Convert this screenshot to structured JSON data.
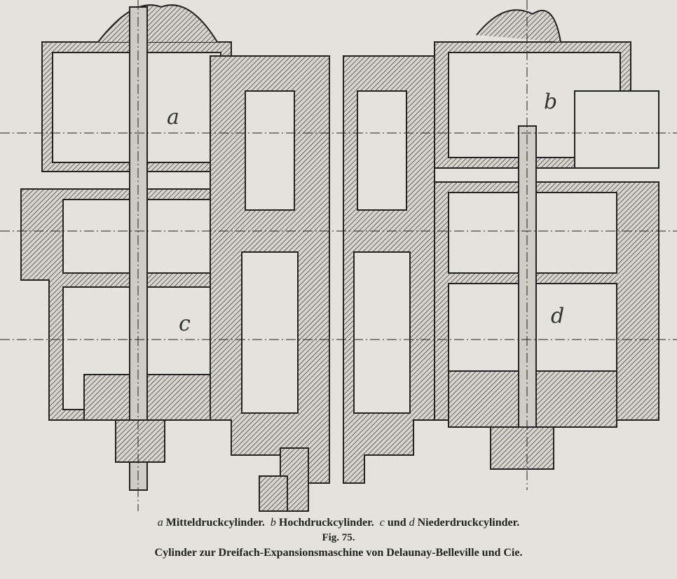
{
  "drawing": {
    "labels": {
      "a": "a",
      "b": "b",
      "c": "c",
      "d": "d"
    }
  },
  "caption": {
    "legend": [
      {
        "letter": "a",
        "text": "Mitteldruckcylinder."
      },
      {
        "letter": "b",
        "text": "Hochdruckcylinder."
      },
      {
        "letter": "c",
        "text": "und"
      },
      {
        "letter": "d",
        "text": "Niederdruckcylinder."
      }
    ],
    "figure_number": "Fig. 75.",
    "title": "Cylinder zur Dreifach-Expansionsmaschine von Delaunay-Belleville und Cie."
  }
}
